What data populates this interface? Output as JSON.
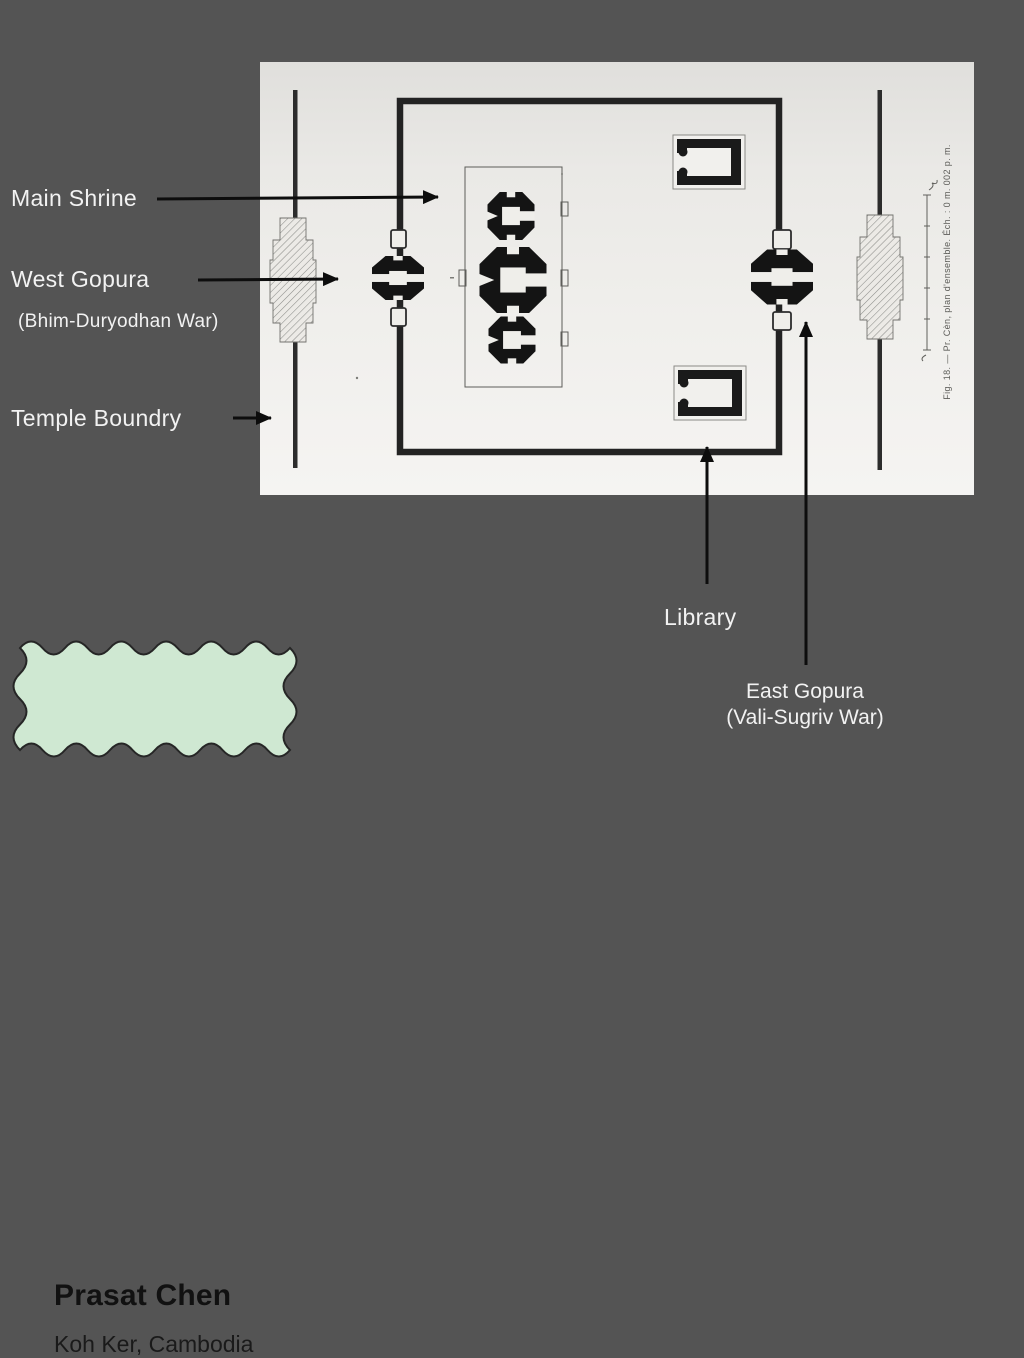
{
  "background_color": "#545454",
  "plan": {
    "caption": "Fig. 18. — Pr. Cèn, plan d'ensemble. Éch. : 0 m. 002 p. m.",
    "paper_color": "#edecec",
    "ink_color": "#1d1d1d"
  },
  "labels": {
    "main_shrine": "Main Shrine",
    "west_gopura": "West Gopura",
    "west_gopura_sub": "(Bhim-Duryodhan War)",
    "temple_boundary": "Temple Boundry",
    "library": "Library",
    "east_gopura": "East Gopura",
    "east_gopura_sub": "(Vali-Sugriv War)"
  },
  "title_card": {
    "title": "Prasat Chen",
    "subtitle": "Koh Ker, Cambodia",
    "fill_color": "#cfe8d2"
  }
}
